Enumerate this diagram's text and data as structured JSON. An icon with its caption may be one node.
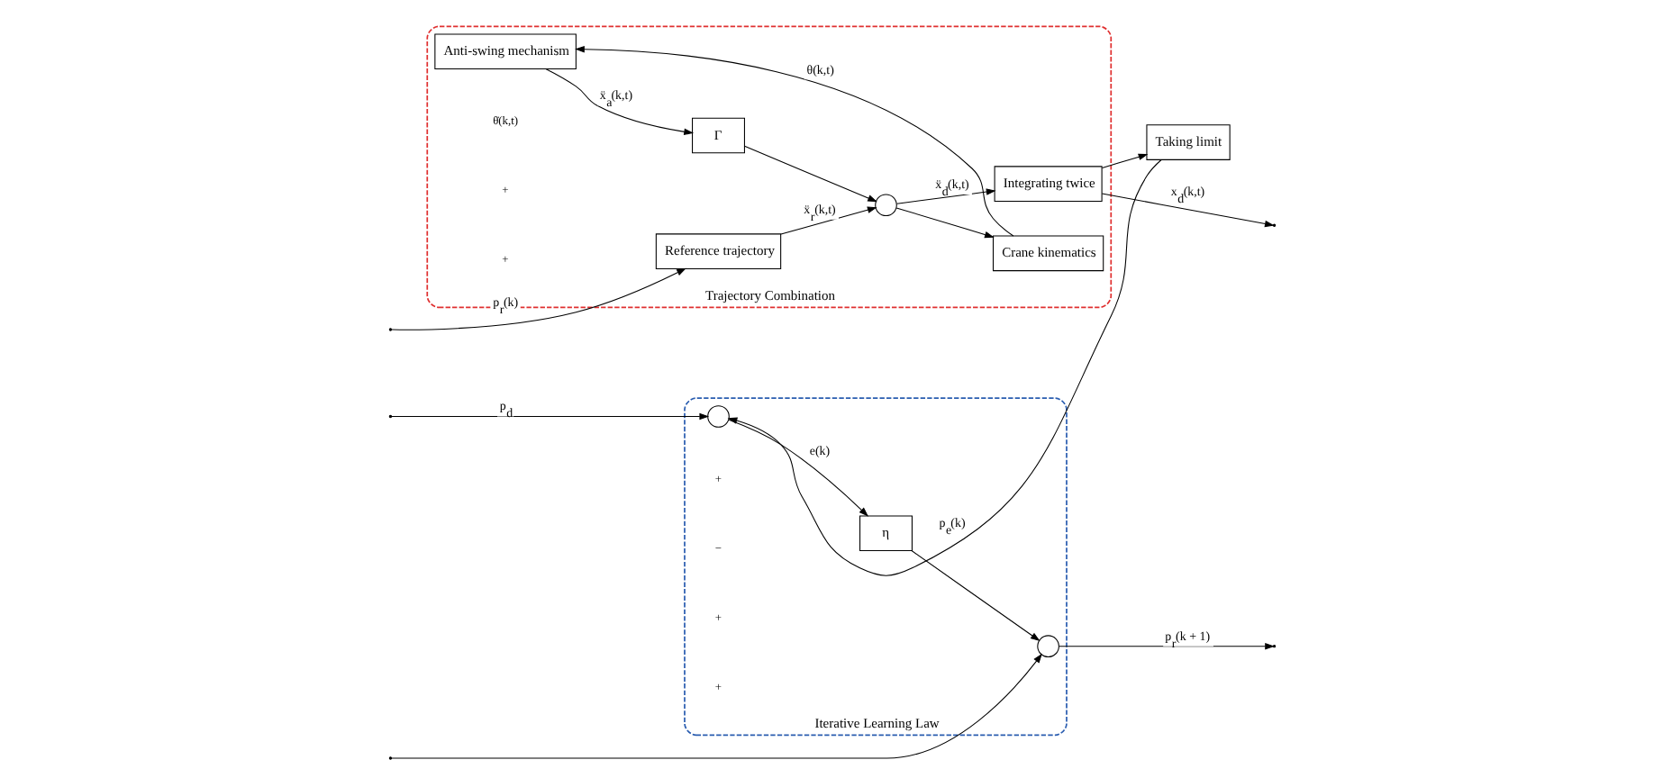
{
  "diagram": {
    "nodes": [
      {
        "text": [
          "Iterative Learning Law"
        ]
      },
      {
        "text": [],
        "shape": "circle",
        "in": 0
      },
      {
        "text": [
          "η"
        ],
        "in": 0
      },
      {
        "text": [],
        "shape": "circle",
        "in": 0
      },
      {
        "text": [
          "Trajectory Combination"
        ]
      },
      {
        "text": [
          "Anti-swing mechanism"
        ],
        "in": 4
      },
      {
        "text": [
          "Crane kinematics"
        ],
        "in": 4
      },
      {
        "text": [
          "Γ"
        ],
        "in": 4
      },
      {
        "text": [],
        "shape": "circle",
        "in": 4
      },
      {
        "text": [
          "Reference trajectory"
        ],
        "in": 4
      },
      {
        "text": [
          "Integrating twice"
        ],
        "in": 4
      },
      {
        "text": [
          "Taking limit"
        ]
      }
    ],
    "edges": [
      {
        "from": null,
        "to": 1,
        "arrow": "to",
        "label": "p$_{d}$"
      },
      {
        "from": 1,
        "to": 2,
        "arrow": "to",
        "label": "e(k)"
      },
      {
        "from": 2,
        "to": 3,
        "arrow": "to"
      },
      {
        "from": null,
        "to": 3,
        "arrow": "to"
      },
      {
        "from": null,
        "to": 9,
        "arrow": "to",
        "label": "p$_{r}$(k)"
      },
      {
        "from": 3,
        "to": null,
        "arrow": "to",
        "label": "p$_{r}$(k + 1)"
      },
      {
        "from": 6,
        "to": 5,
        "arrow": "to",
        "label": "θ(k,t)"
      },
      {
        "from": 5,
        "to": 7,
        "arrow": "to",
        "label": "ẍ$_{a}$(k,t)"
      },
      {
        "from": 7,
        "to": 8,
        "arrow": "to"
      },
      {
        "from": 9,
        "to": 8,
        "arrow": "to",
        "label": "ẍ$_{r}$(k,t)"
      },
      {
        "from": 8,
        "to": 10,
        "arrow": "to",
        "label": "ẍ$_{d}$(k,t)"
      },
      {
        "from": 8,
        "to": 6,
        "arrow": "to"
      },
      {
        "from": 10,
        "to": 11,
        "arrow": "to"
      },
      {
        "from": 10,
        "to": null,
        "arrow": "to",
        "label": "x$_{d}$(k,t)"
      },
      {
        "from": 11,
        "to": 1,
        "arrow": "to",
        "label": "p$_{e}$(k)"
      }
    ],
    "labels": [
      "+",
      "−",
      "+",
      "+",
      "θ̇(k,t)",
      "+",
      "+"
    ]
  }
}
